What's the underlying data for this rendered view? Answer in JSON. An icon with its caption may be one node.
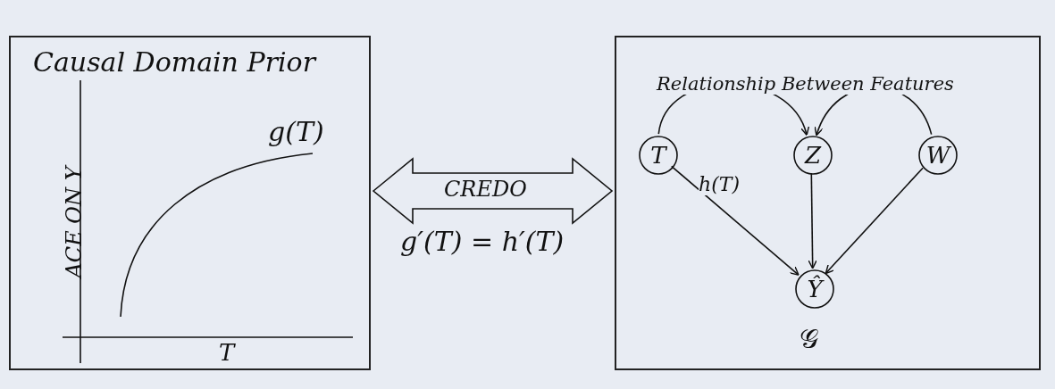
{
  "diagram": {
    "nodes": [
      {
        "text": [
          "Causal Domain Prior"
        ]
      },
      {
        "text": [
          "𝒢"
        ]
      },
      {
        "text": [
          "T"
        ],
        "in": 1
      },
      {
        "text": [
          "Z"
        ],
        "in": 1
      },
      {
        "text": [
          "W"
        ],
        "in": 1
      },
      {
        "text": [
          "Ŷ"
        ],
        "in": 1
      }
    ],
    "edges": [
      {
        "from": 2,
        "to": 3,
        "arrow": "to"
      },
      {
        "from": 4,
        "to": 3,
        "arrow": "to"
      },
      {
        "from": 2,
        "to": 5,
        "arrow": "to",
        "label": "h(T)"
      },
      {
        "from": 3,
        "to": 5,
        "arrow": "to"
      },
      {
        "from": 4,
        "to": 5,
        "arrow": "to"
      },
      {
        "from": 0,
        "to": 1,
        "arrow": "both",
        "label": "CREDO"
      }
    ],
    "labels": [
      "g(T)",
      "ACE ON Y",
      "T",
      "Relationship Between Features",
      "g′(T) = h′(T)"
    ]
  }
}
